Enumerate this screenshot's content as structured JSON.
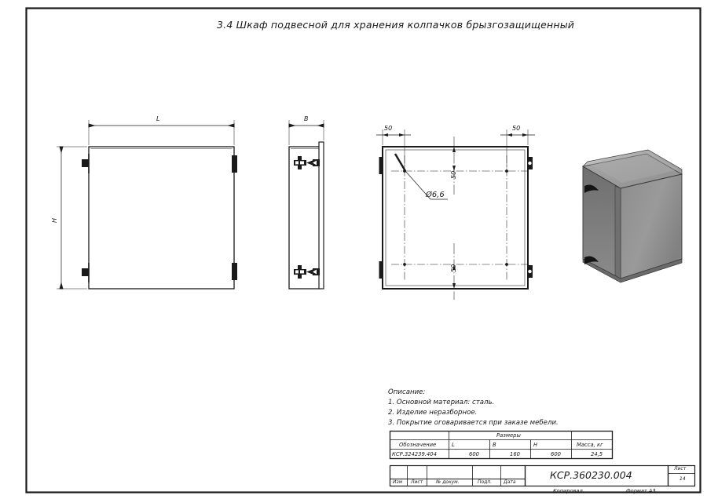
{
  "drawing": {
    "title": "3.4 Шкаф подвесной для хранения колпачков брызгозащищенный",
    "document_number": "КСР.360230.004",
    "sheet_label": "Лист",
    "sheet_number": "14",
    "format_label": "Формат А3",
    "copied_label": "Копировал",
    "line_color": "#1a1a1a",
    "body_fill": "#8c8c8c"
  },
  "views": {
    "front": {
      "name": "front-view",
      "width_dim_label": "L",
      "height_dim_label": "H"
    },
    "side": {
      "name": "side-view",
      "depth_dim_label": "B"
    },
    "rear": {
      "name": "rear-view",
      "edge_offset_left": "50",
      "edge_offset_right": "50",
      "edge_offset_top": "50",
      "edge_offset_bottom": "50",
      "hole_callout": "Ø6,6"
    },
    "iso": {
      "name": "isometric-view"
    }
  },
  "description": {
    "heading": "Описание:",
    "lines": [
      "1. Основной материал: сталь.",
      "2. Изделие неразборное.",
      "3. Покрытие оговаривается при заказе мебели."
    ]
  },
  "spec_table": {
    "group_header": "Размеры",
    "headers": {
      "designation": "Обозначение",
      "l": "L",
      "b": "B",
      "h": "H",
      "mass": "Масса, кг"
    },
    "rows": [
      {
        "designation": "КСР.324239.404",
        "l": "600",
        "b": "160",
        "h": "600",
        "mass": "24,5"
      }
    ]
  },
  "title_block": {
    "revision_columns": [
      "Изм",
      "Лист",
      "№ докум.",
      "Подп.",
      "Дата"
    ]
  }
}
